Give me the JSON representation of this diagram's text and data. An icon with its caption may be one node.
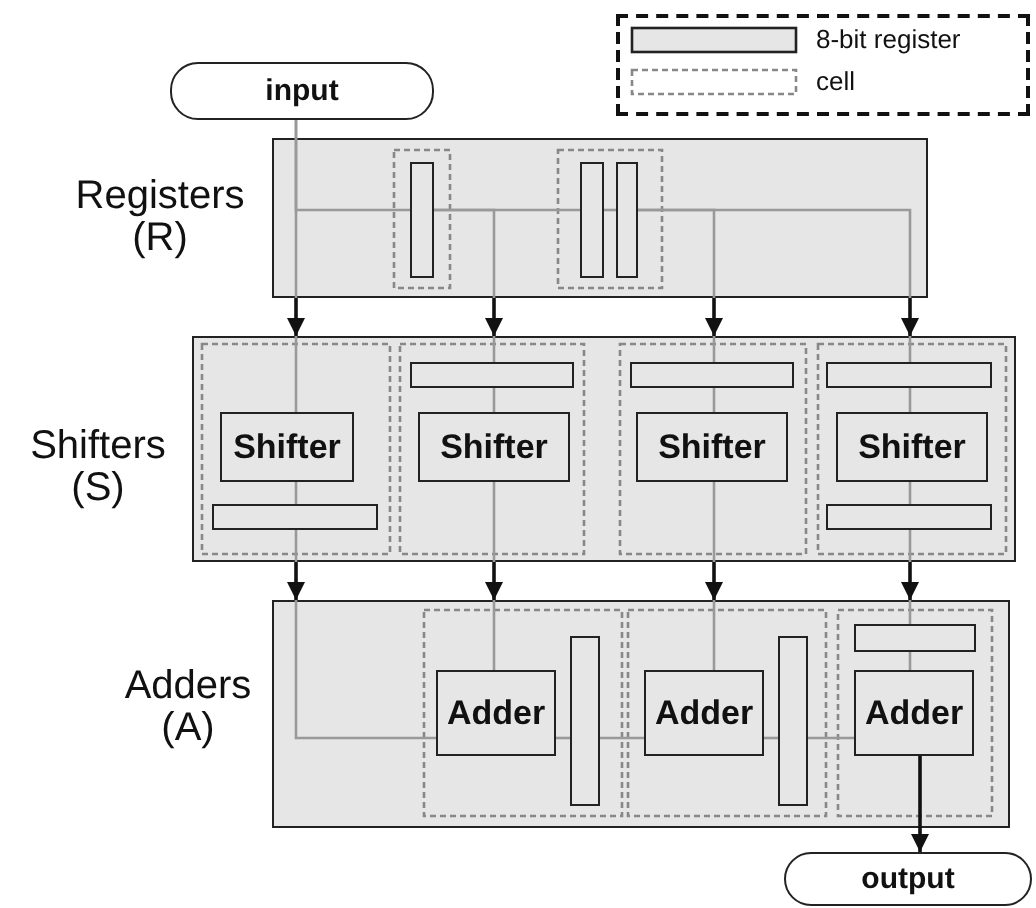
{
  "diagram": {
    "nodes": [
      {
        "text": [
          "input"
        ]
      },
      {
        "text": [
          "Registers (R)"
        ]
      },
      {
        "text": [],
        "shape": "bar",
        "in": 1
      },
      {
        "text": [],
        "shape": "bar",
        "in": 1
      },
      {
        "text": [],
        "shape": "bar",
        "in": 1
      },
      {
        "text": [
          "Shifters (S)"
        ]
      },
      {
        "text": [],
        "shape": "bar",
        "in": 5
      },
      {
        "text": [],
        "shape": "bar",
        "in": 5
      },
      {
        "text": [],
        "shape": "bar",
        "in": 5
      },
      {
        "text": [
          "Shifter"
        ],
        "in": 5
      },
      {
        "text": [
          "Shifter"
        ],
        "in": 5
      },
      {
        "text": [
          "Shifter"
        ],
        "in": 5
      },
      {
        "text": [
          "Shifter"
        ],
        "in": 5
      },
      {
        "text": [],
        "shape": "bar",
        "in": 5
      },
      {
        "text": [],
        "shape": "bar",
        "in": 5
      },
      {
        "text": [
          "Adders (A)"
        ]
      },
      {
        "text": [],
        "shape": "bar",
        "in": 15
      },
      {
        "text": [],
        "shape": "bar",
        "in": 15
      },
      {
        "text": [],
        "shape": "bar",
        "in": 15
      },
      {
        "text": [
          "Adder"
        ],
        "in": 15
      },
      {
        "text": [
          "Adder"
        ],
        "in": 15
      },
      {
        "text": [
          "Adder"
        ],
        "in": 15
      },
      {
        "text": [
          "output"
        ]
      }
    ],
    "edges": [
      {
        "from": 0,
        "to": 2,
        "arrow": "none"
      },
      {
        "from": 0,
        "to": 1,
        "arrow": "none"
      },
      {
        "from": 2,
        "to": 3,
        "arrow": "none"
      },
      {
        "from": 3,
        "to": 4,
        "arrow": "none"
      },
      {
        "from": 2,
        "to": 1,
        "arrow": "none"
      },
      {
        "from": 4,
        "to": 1,
        "arrow": "none"
      },
      {
        "from": 4,
        "to": 1,
        "arrow": "none"
      },
      {
        "from": 1,
        "to": 5,
        "arrow": "to",
        "color": "#111111"
      },
      {
        "from": 1,
        "to": 5,
        "arrow": "to",
        "color": "#111111"
      },
      {
        "from": 1,
        "to": 5,
        "arrow": "to",
        "color": "#111111"
      },
      {
        "from": 1,
        "to": 5,
        "arrow": "to",
        "color": "#111111"
      },
      {
        "from": 5,
        "to": 9,
        "arrow": "none"
      },
      {
        "from": 5,
        "to": 6,
        "arrow": "none"
      },
      {
        "from": 5,
        "to": 7,
        "arrow": "none"
      },
      {
        "from": 5,
        "to": 8,
        "arrow": "none"
      },
      {
        "from": 6,
        "to": 10,
        "arrow": "none"
      },
      {
        "from": 7,
        "to": 11,
        "arrow": "none"
      },
      {
        "from": 8,
        "to": 12,
        "arrow": "none"
      },
      {
        "from": 9,
        "to": 13,
        "arrow": "none"
      },
      {
        "from": 12,
        "to": 14,
        "arrow": "none"
      },
      {
        "from": 13,
        "to": 5,
        "arrow": "none"
      },
      {
        "from": 10,
        "to": 5,
        "arrow": "none"
      },
      {
        "from": 11,
        "to": 5,
        "arrow": "none"
      },
      {
        "from": 14,
        "to": 5,
        "arrow": "none"
      },
      {
        "from": 5,
        "to": 15,
        "arrow": "to",
        "color": "#111111"
      },
      {
        "from": 5,
        "to": 15,
        "arrow": "to",
        "color": "#111111"
      },
      {
        "from": 5,
        "to": 15,
        "arrow": "to",
        "color": "#111111"
      },
      {
        "from": 5,
        "to": 15,
        "arrow": "to",
        "color": "#111111"
      },
      {
        "from": 15,
        "to": 19,
        "arrow": "none"
      },
      {
        "from": 15,
        "to": 19,
        "arrow": "none"
      },
      {
        "from": 15,
        "to": 20,
        "arrow": "none"
      },
      {
        "from": 15,
        "to": 18,
        "arrow": "none"
      },
      {
        "from": 18,
        "to": 21,
        "arrow": "none"
      },
      {
        "from": 19,
        "to": 16,
        "arrow": "none"
      },
      {
        "from": 16,
        "to": 20,
        "arrow": "none"
      },
      {
        "from": 20,
        "to": 17,
        "arrow": "none"
      },
      {
        "from": 17,
        "to": 21,
        "arrow": "none"
      },
      {
        "from": 21,
        "to": 22,
        "arrow": "to",
        "color": "#111111"
      }
    ],
    "legend": [
      {
        "text": "8-bit register"
      },
      {
        "text": "cell"
      }
    ]
  }
}
